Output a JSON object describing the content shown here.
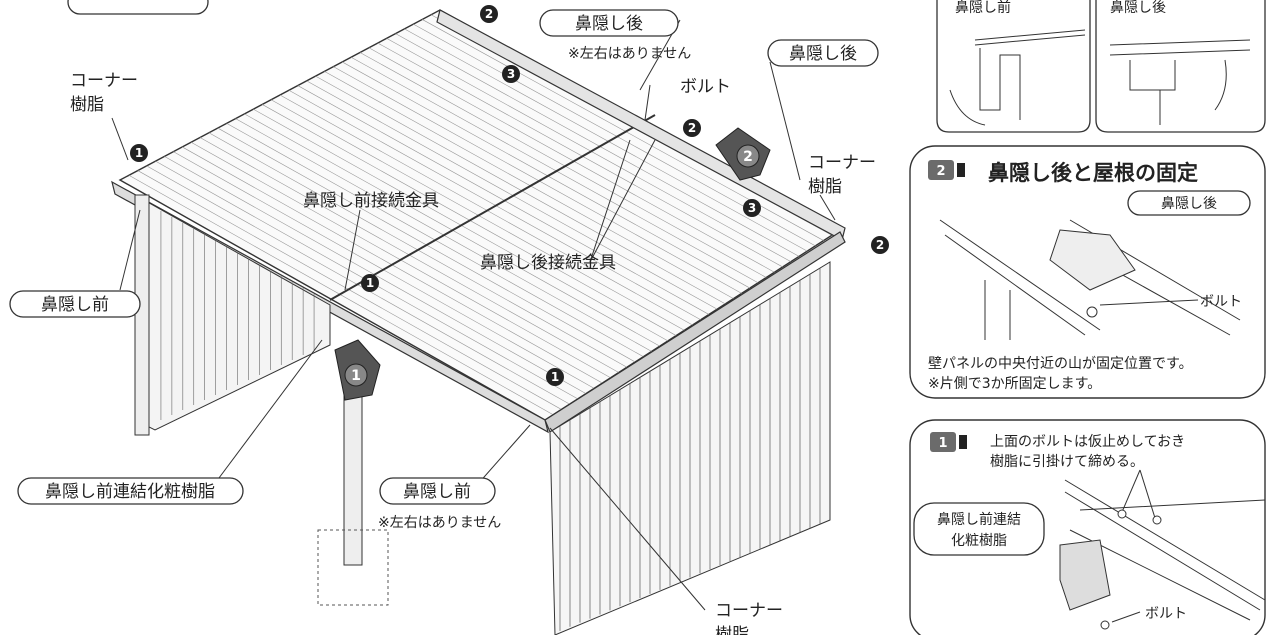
{
  "labels": {
    "top_left_pill": "",
    "corner_resin_1": "コーナー\n樹脂",
    "corner_resin_2": "コーナー\n樹脂",
    "corner_resin_3": "コーナー\n樹脂",
    "hanakakushi_ushiro": "鼻隠し後",
    "hanakakushi_ushiro_2": "鼻隠し後",
    "no_left_right_top": "※左右はありません",
    "bolt_top": "ボルト",
    "front_joint": "鼻隠し前接続金具",
    "rear_joint": "鼻隠し後接続金具",
    "hanakakushi_mae_left": "鼻隠し前",
    "front_link_resin": "鼻隠し前連結化粧樹脂",
    "hanakakushi_mae_bottom": "鼻隠し前",
    "no_left_right_bottom": "※左右はありません",
    "corner_bottom": "コーナー\n樹脂"
  },
  "markers": {
    "m1": "1",
    "m2": "2",
    "m3": "3"
  },
  "callouts": {
    "c1": "1",
    "c2": "2"
  },
  "detail_top": {
    "before": "鼻隠し前",
    "after": "鼻隠し後"
  },
  "detail2": {
    "badge": "2",
    "title": "鼻隠し後と屋根の固定",
    "pill": "鼻隠し後",
    "bolt": "ボルト",
    "note1": "壁パネルの中央付近の山が固定位置です。",
    "note2": "※片側で3か所固定します。"
  },
  "detail1": {
    "badge": "1",
    "text1": "上面のボルトは仮止めしておき",
    "text2": "樹脂に引掛けて締める。",
    "pill1": "鼻隠し前連結",
    "pill2": "化粧樹脂",
    "bolt": "ボルト"
  },
  "colors": {
    "badge_bg": "#6b6b6b",
    "line": "#333333"
  }
}
